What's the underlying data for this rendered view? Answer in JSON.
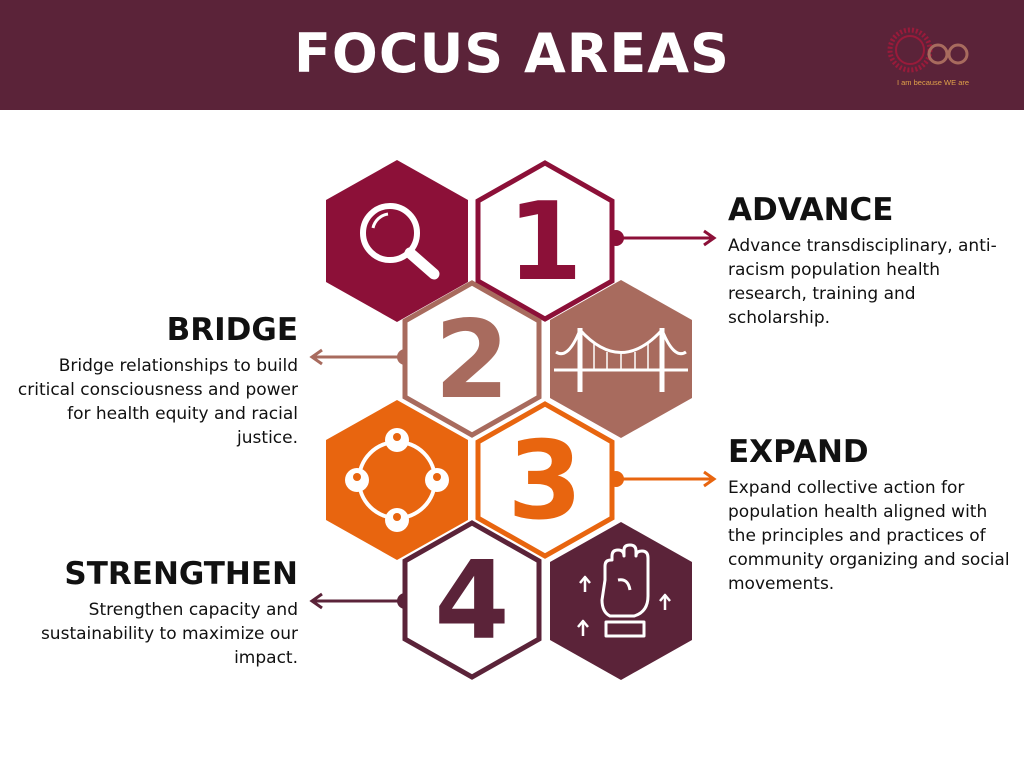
{
  "header": {
    "title": "FOCUS AREAS",
    "logo_tagline": "I am because WE are",
    "background_color": "#5b2339"
  },
  "colors": {
    "advance": "#8c1038",
    "bridge": "#a86b5e",
    "expand": "#e8650f",
    "strengthen": "#5b2339"
  },
  "areas": [
    {
      "number": "1",
      "heading": "ADVANCE",
      "description": "Advance transdisciplinary, anti-racism population health research, training and scholarship.",
      "icon": "magnifying-glass-icon"
    },
    {
      "number": "2",
      "heading": "BRIDGE",
      "description": "Bridge relationships to build critical consciousness and power for health equity and racial justice.",
      "icon": "bridge-icon"
    },
    {
      "number": "3",
      "heading": "EXPAND",
      "description": "Expand collective action for population health aligned with the principles and practices of community organizing and social movements.",
      "icon": "community-circle-icon"
    },
    {
      "number": "4",
      "heading": "STRENGTHEN",
      "description": "Strengthen capacity and sustainability to maximize our impact.",
      "icon": "raised-fist-icon"
    }
  ]
}
